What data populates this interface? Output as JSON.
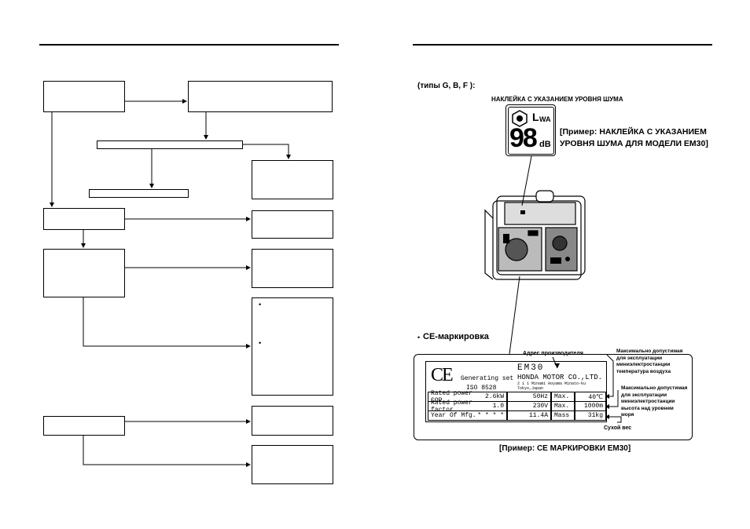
{
  "right": {
    "types_label": "(типы G, B, F ):",
    "noise_label_title": "НАКЛЕЙКА С УКАЗАНИЕМ УРОВНЯ ШУМА",
    "noise_lwa": "L",
    "noise_lwa_sub": "WA",
    "noise_value": "98",
    "noise_unit": "dB",
    "noise_caption_1": "[Пример: НАКЛЕЙКА С УКАЗАНИЕМ",
    "noise_caption_2": "УРОВНЯ ШУМА ДЛЯ МОДЕЛИ EM30]",
    "ce_heading": "CE-маркировка",
    "ce_bullet": "•",
    "manufacturer_address": "Адрес производителя",
    "max_temp_1": "Максимально допустимая",
    "max_temp_2": "для эксплуатации",
    "max_temp_3": "миниэлектростанции",
    "max_temp_4": "температура воздуха",
    "max_alt_1": "Максимально допустимая",
    "max_alt_2": "для эксплуатации",
    "max_alt_3": "миниэлектростанции",
    "max_alt_4": "высота над уровнем",
    "max_alt_5": "моря",
    "dry_weight": "Сухой вес",
    "ce_caption": "[Пример: CE МАРКИРОВКИ EM30]",
    "plate": {
      "ce_mark": "CE",
      "generating_set": "Generating set",
      "iso": "ISO  8528",
      "model": "EM30",
      "maker": "HONDA MOTOR CO.,LTD.",
      "address_1": "2 1 1 Minami Aoyama Minato-ku",
      "address_2": "Tokyo,Japan",
      "rows": [
        {
          "c1": "Rated power COP",
          "c1v": "2.6kW",
          "c2": "50Hz",
          "c3": "Max.",
          "c4": "40℃"
        },
        {
          "c1": "Rated power factor",
          "c1v": "1.0",
          "c2": "230V",
          "c3": "Max.",
          "c4": "1000m"
        },
        {
          "c1": "Year Of Mfg.",
          "c1v": "* * * *",
          "c2": "11.4A",
          "c3": "Mass",
          "c4": "31kg"
        }
      ]
    }
  },
  "left": {
    "bullet_1": "•",
    "bullet_2": "•"
  }
}
